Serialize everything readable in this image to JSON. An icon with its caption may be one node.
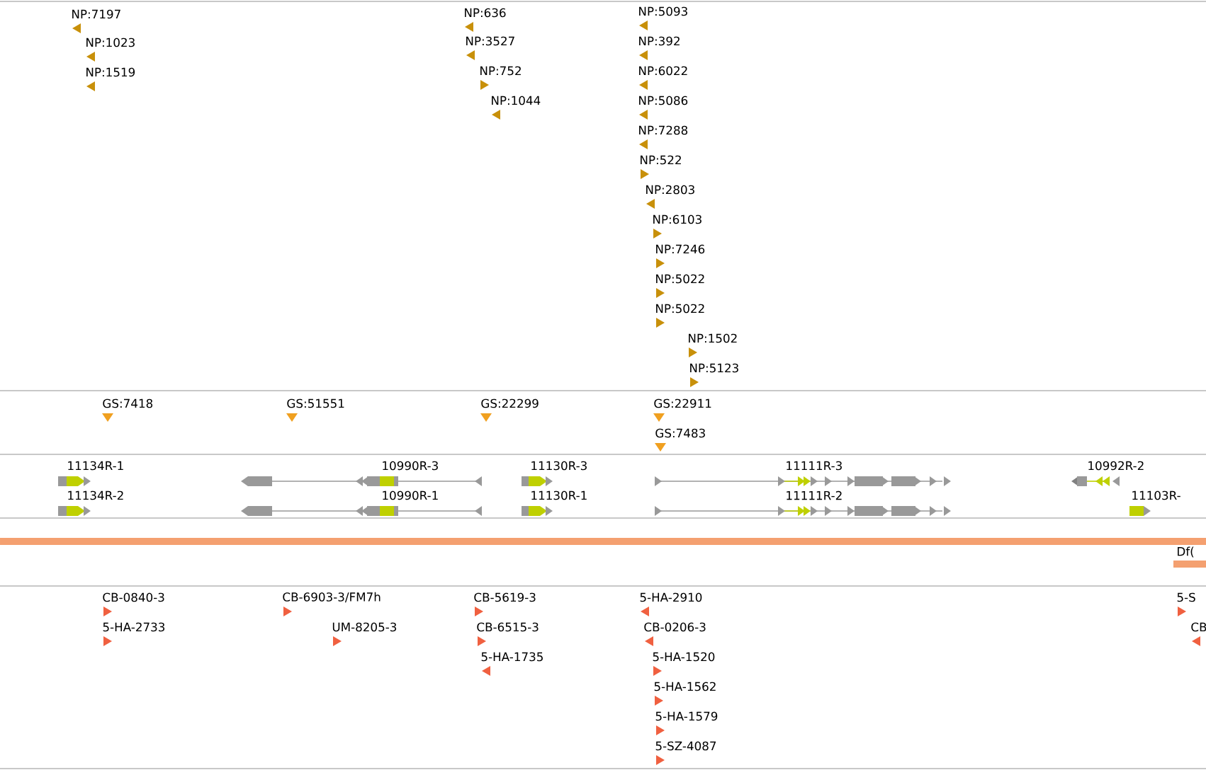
{
  "diagram": {
    "labels": [
      "NP:7197",
      "NP:1023",
      "NP:1519",
      "NP:636",
      "NP:3527",
      "NP:752",
      "NP:1044",
      "NP:5093",
      "NP:392",
      "NP:6022",
      "NP:5086",
      "NP:7288",
      "NP:522",
      "NP:2803",
      "NP:6103",
      "NP:7246",
      "NP:5022",
      "NP:5022",
      "NP:1502",
      "NP:5123",
      "GS:7418",
      "GS:51551",
      "GS:22299",
      "GS:22911",
      "GS:7483",
      "11134R-1",
      "10990R-3",
      "11130R-3",
      "11111R-3",
      "10992R-2",
      "11134R-2",
      "10990R-1",
      "11130R-1",
      "11111R-2",
      "11103R-",
      "Df(",
      "CB-0840-3",
      "5-HA-2733",
      "CB-6903-3/FM7h",
      "UM-8205-3",
      "CB-5619-3",
      "CB-6515-3",
      "5-HA-1735",
      "5-HA-2910",
      "CB-0206-3",
      "5-HA-1520",
      "5-HA-1562",
      "5-HA-1579",
      "5-SZ-4087",
      "5-S",
      "CB"
    ]
  }
}
